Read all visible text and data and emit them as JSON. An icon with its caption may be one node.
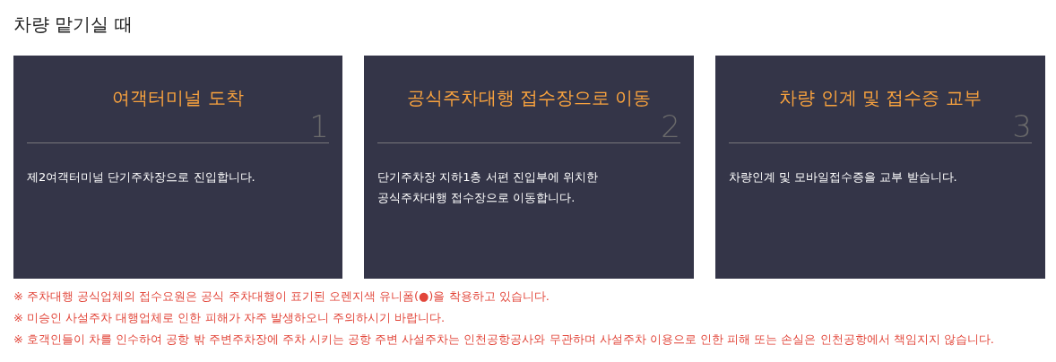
{
  "diagram": {
    "title": "차량 맡기실 때",
    "nodes": [
      {
        "text": [
          "여객터미널 도착",
          "1",
          "제2여객터미널 단기주차장으로 진입합니다."
        ]
      },
      {
        "text": [
          "공식주차대행 접수장으로 이동",
          "2",
          "단기주차장 지하1층 서편 진입부에 위치한 공식주차대행 접수장으로 이동합니다."
        ]
      },
      {
        "text": [
          "차량 인계 및 접수증 교부",
          "3",
          "차량인계 및 모바일접수증을 교부 받습니다."
        ]
      }
    ],
    "labels": [
      "※ 주차대행 공식업체의 접수요원은 공식 주차대행이 표기된 오렌지색 유니폼(●)을 착용하고 있습니다.",
      "※ 미승인 사설주차 대행업체로 인한 피해가 자주 발생하오니 주의하시기 바랍니다.",
      "※ 호객인들이 차를 인수하여 공항 밖 주변주차장에 주차 시키는 공항 주변 사설주차는 인천공항공사와 무관하며 사설주차 이용으로 인한 피해 또는 손실은 인천공항에서 책임지지 않습니다."
    ]
  }
}
